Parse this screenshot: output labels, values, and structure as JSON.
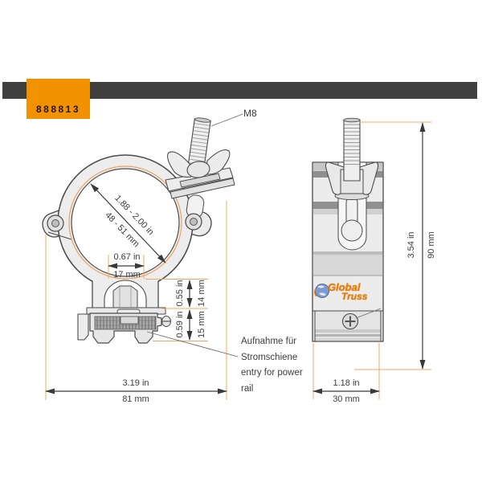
{
  "header": {
    "bar_color": "#3f3f3f",
    "badge_color": "#f39200",
    "product_code": "888813"
  },
  "annotations": {
    "bolt_label": "M8",
    "note": {
      "lines": [
        "Aufnahme für",
        "Stromschiene",
        "entry for power",
        "rail"
      ]
    }
  },
  "front_view": {
    "dims": {
      "tube_range_in": "1.88 - 2.00 in",
      "tube_range_mm": "48 - 51 mm",
      "slot_in": "0.67 in",
      "slot_mm": "17 mm",
      "upper_in": "0.55 in",
      "upper_mm": "14 mm",
      "lower_in": "0.59 in",
      "lower_mm": "15 mm",
      "width_in": "3.19 in",
      "width_mm": "81 mm"
    }
  },
  "side_view": {
    "logo_line1": "Global",
    "logo_line2": "Truss",
    "dims": {
      "height_in": "3.54 in",
      "height_mm": "90 mm",
      "depth_in": "1.18 in",
      "depth_mm": "30 mm"
    }
  },
  "colors": {
    "accent_orange": "#f39200",
    "dim_extension_orange": "#f0a860",
    "line_dark": "#4a4a4a"
  }
}
